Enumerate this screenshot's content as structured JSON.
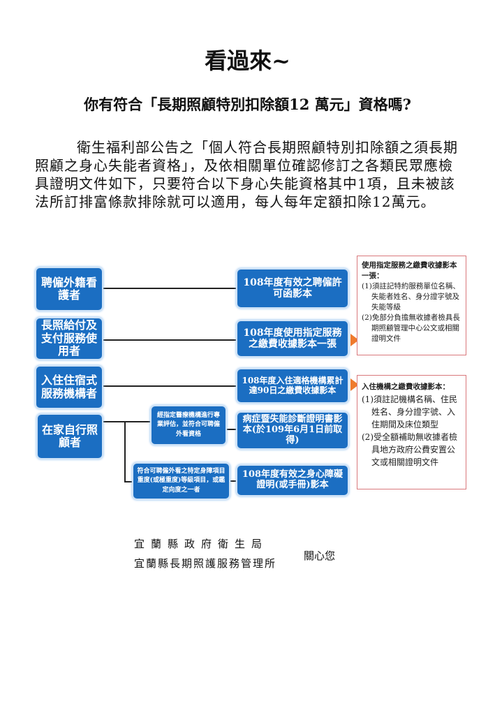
{
  "title": "看過來~",
  "subtitle": "你有符合「長期照顧特別扣除額12 萬元」資格嗎?",
  "paragraph": "衛生福利部公告之「個人符合長期照顧特別扣除額之須長期照顧之身心失能者資格」，及依相關單位確認修訂之各類民眾應檢具證明文件如下，只要符合以下身心失能資格其中1項，且未被該法所訂排富條款排除就可以適用，每人每年定額扣除12萬元。",
  "diagram": {
    "left": [
      "聘僱外籍看護者",
      "長照給付及支付服務使用者",
      "入住住宿式服務機構者",
      "在家自行照顧者"
    ],
    "middle": [
      "經指定醫療機構進行專業評估，並符合可聘僱外看資格",
      "符合可聘僱外看之特定身障項目重度(或極重度)等級項目，或鑑定向度之一者"
    ],
    "right": [
      "108年度有效之聘僱許可函影本",
      "108年度使用指定服務之繳費收據影本一張",
      "108年度入住適格機構累計達90日之繳費收據影本",
      "病症暨失能診斷證明書影本(於109年6月1日前取得)",
      "108年度有效之身心障礙證明(或手冊)影本"
    ],
    "notes": [
      {
        "heading": "使用指定服務之繳費收據影本一張：",
        "items": [
          "(1)須註記特約服務單位名稱、失能者姓名、身分證字號及失能等級",
          "(2)免部分負擔無收據者檢具長期照顧管理中心公文或相關證明文件"
        ]
      },
      {
        "heading": "入住機構之繳費收據影本：",
        "items": [
          "(1)須註記機構名稱、住民姓名、身分證字號、入住期間及床位類型",
          "(2)受全額補助無收據者檢具地方政府公費安置公文或相關證明文件"
        ]
      }
    ]
  },
  "footer": {
    "org1": "宜蘭縣政府衛生局",
    "org2": "宜蘭縣長期照護服務管理所",
    "closing": "關心您"
  },
  "colors": {
    "box": "#1b6ec2",
    "note_border": "#d9787c",
    "arrow": "#ef7a2d"
  }
}
